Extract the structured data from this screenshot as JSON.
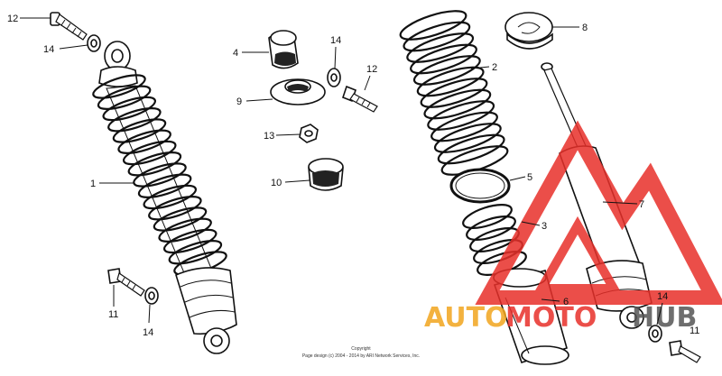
{
  "callouts": {
    "p12a": "12",
    "p14a": "14",
    "p1": "1",
    "p11": "11",
    "p14b": "14",
    "p4": "4",
    "p9": "9",
    "p13": "13",
    "p10": "10",
    "p14c": "14",
    "p12b": "12",
    "p2": "2",
    "p8": "8",
    "p5": "5",
    "p3": "3",
    "p7": "7",
    "p6": "6",
    "p14d": "14",
    "p11b": "11"
  },
  "copyright": {
    "line1": "Copyright",
    "line2": "Page design (c) 2004 - 2014 by ARI Network Services, Inc."
  },
  "watermark": {
    "text_a": "AUTO",
    "text_b": "MOTO",
    "text_c": "HUB",
    "colors": {
      "red": "#e8302a",
      "orange": "#f2a51e",
      "grey": "#555555"
    }
  }
}
